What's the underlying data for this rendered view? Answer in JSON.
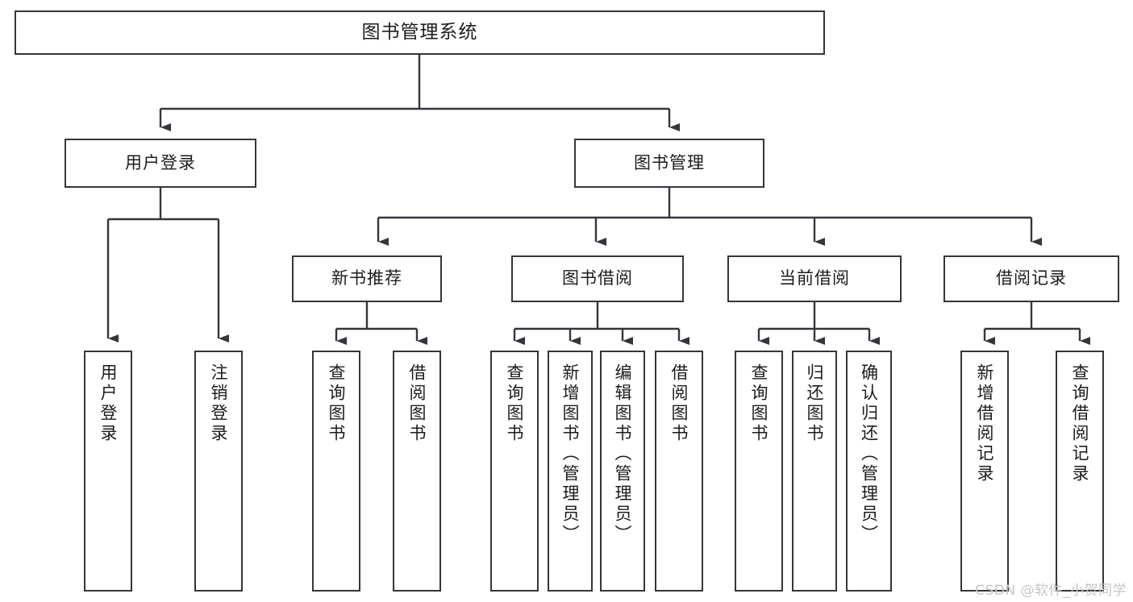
{
  "diagram": {
    "type": "tree",
    "title": "图书管理系统",
    "root": {
      "id": "root",
      "label": "图书管理系统"
    },
    "level1": [
      {
        "id": "user-login",
        "label": "用户登录"
      },
      {
        "id": "book-manage",
        "label": "图书管理"
      }
    ],
    "level2": [
      {
        "id": "new-book-rec",
        "label": "新书推荐",
        "parent": "book-manage"
      },
      {
        "id": "book-borrow",
        "label": "图书借阅",
        "parent": "book-manage"
      },
      {
        "id": "current-borrow",
        "label": "当前借阅",
        "parent": "book-manage"
      },
      {
        "id": "borrow-record",
        "label": "借阅记录",
        "parent": "book-manage"
      }
    ],
    "leaves": [
      {
        "id": "leaf-user-login",
        "label": "用户登录",
        "parent": "user-login"
      },
      {
        "id": "leaf-logout-login",
        "label": "注销登录",
        "parent": "user-login"
      },
      {
        "id": "leaf-query-book-1",
        "label": "查询图书",
        "parent": "new-book-rec"
      },
      {
        "id": "leaf-borrow-book-1",
        "label": "借阅图书",
        "parent": "new-book-rec"
      },
      {
        "id": "leaf-query-book-2",
        "label": "查询图书",
        "parent": "book-borrow"
      },
      {
        "id": "leaf-add-book",
        "label": "新增图书（管理员）",
        "parent": "book-borrow"
      },
      {
        "id": "leaf-edit-book",
        "label": "编辑图书（管理员）",
        "parent": "book-borrow"
      },
      {
        "id": "leaf-borrow-book-2",
        "label": "借阅图书",
        "parent": "book-borrow"
      },
      {
        "id": "leaf-query-book-3",
        "label": "查询图书",
        "parent": "current-borrow"
      },
      {
        "id": "leaf-return-book",
        "label": "归还图书",
        "parent": "current-borrow"
      },
      {
        "id": "leaf-confirm-return",
        "label": "确认归还（管理员）",
        "parent": "current-borrow"
      },
      {
        "id": "leaf-add-record",
        "label": "新增借阅记录",
        "parent": "borrow-record"
      },
      {
        "id": "leaf-query-record",
        "label": "查询借阅记录",
        "parent": "borrow-record"
      }
    ],
    "colors": {
      "node_border": "#33363b",
      "node_fill": "#ffffff",
      "edge": "#33363b",
      "text": "#1c1c1c",
      "watermark": "#c6c6c6"
    }
  },
  "watermark": {
    "text": "CSDN @软件_小贺同学"
  }
}
